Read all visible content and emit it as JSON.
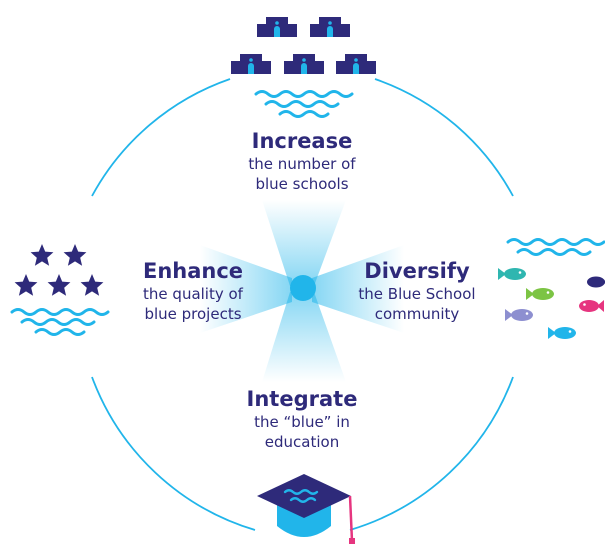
{
  "goals": {
    "increase": {
      "title": "Increase",
      "line1": "the number of",
      "line2": "blue schools"
    },
    "enhance": {
      "title": "Enhance",
      "line1": "the quality of",
      "line2": "blue projects"
    },
    "diversify": {
      "title": "Diversify",
      "line1": "the Blue School",
      "line2": "community"
    },
    "integrate": {
      "title": "Integrate",
      "line1": "the “blue” in",
      "line2": "education"
    }
  },
  "icons": {
    "top": "schools-on-waves-icon",
    "left": "stars-on-waves-icon",
    "right": "fish-in-waves-icon",
    "bottom": "graduation-cap-icon"
  },
  "colors": {
    "navy": "#2e2a7a",
    "cyan": "#21b5ea",
    "light_cyan": "#cfeefb",
    "teal": "#2fb6b0",
    "green": "#7cc444",
    "pink": "#e6357f",
    "lavender": "#8d8fd0"
  }
}
